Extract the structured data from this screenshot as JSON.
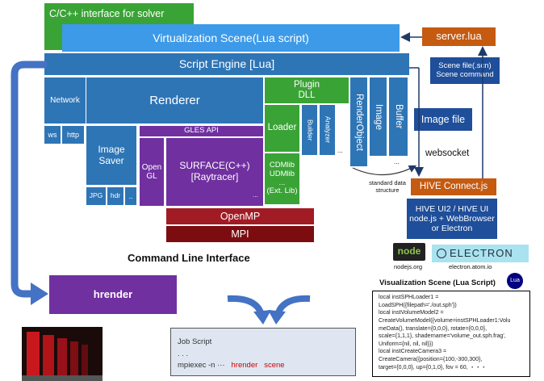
{
  "labels": {
    "c_interface": "C/C++ interface for solver",
    "virtualization_scene": "Virtualization Scene(Lua script)",
    "script_engine": "Script Engine [Lua]",
    "network": "Network",
    "ws": "ws",
    "http": "http",
    "renderer": "Renderer",
    "plugin_dll": "Plugin\nDLL",
    "loader": "Loader",
    "builder": "Builder",
    "analyzer": "Analyzer",
    "loader_dots": "...",
    "cdmlib": "CDMlib\nUDMlib\n...\n(Ext. Lib)",
    "gles_api": "GLES API",
    "image_saver": "Image\nSaver",
    "jpg": "JPG",
    "hdr": "hdr",
    "saver_dots": "..",
    "opengl": "Open\nGL",
    "surface": "SURFACE(C++)\n[Raytracer]",
    "surface_dots": "...",
    "render_object": "RenderObject",
    "image": "Image",
    "buffer": "Buffer",
    "buffer_dots": "...",
    "standard_data_structure": "standard data\nstructure",
    "openmp": "OpenMP",
    "mpi": "MPI",
    "server_lua": "server.lua",
    "scene_file": "Scene file(.scn)\nScene command",
    "image_file": "Image file",
    "websocket": "websocket",
    "hive_connect": "HIVE Connect.js",
    "hive_ui": "HIVE UI2 / HIVE UI\nnode.js + WebBrowser\nor Electron",
    "node_logo": "node",
    "electron_logo": "ELECTRON",
    "nodejs_org": "nodejs.org",
    "electron_url": "electron.atom.io",
    "cli": "Command Line Interface",
    "hrender": "hrender",
    "vis_scene_title": "Visualization Scene (Lua Script)",
    "lua_logo": "Lua",
    "job_script": "Job Script",
    "job_dots": ". . .",
    "job_cmd": "mpiexec -n ···",
    "job_hrender": "hrender",
    "job_scene": "scene"
  },
  "lua_code": [
    "local instSPHLoader1 =",
    "LoadSPH({filepath='./out.sph'})",
    "local instVolumeModel2 =",
    "CreateVolumeModel({volume=instSPHLoader1:Volu",
    "meData(), translate={0,0,0}, rotate={0,0,0},",
    "scale={1,1,1}, shadername='volume_out.sph.frag',",
    "Uniform={nil, nil, nil}})",
    "local instCreateCamera3 =",
    "CreateCamera({position={100,-300,300},",
    "target={0,0,0}, up={0,1,0}, fov = 60, ・・・"
  ],
  "colors": {
    "blue": "#2e75b6",
    "light_blue": "#3d9ae8",
    "green": "#3aa336",
    "purple": "#7030a0",
    "dark_red": "#a11b24",
    "maroon": "#7b0c10",
    "orange": "#c55a11",
    "navy": "#1f4e9a"
  }
}
